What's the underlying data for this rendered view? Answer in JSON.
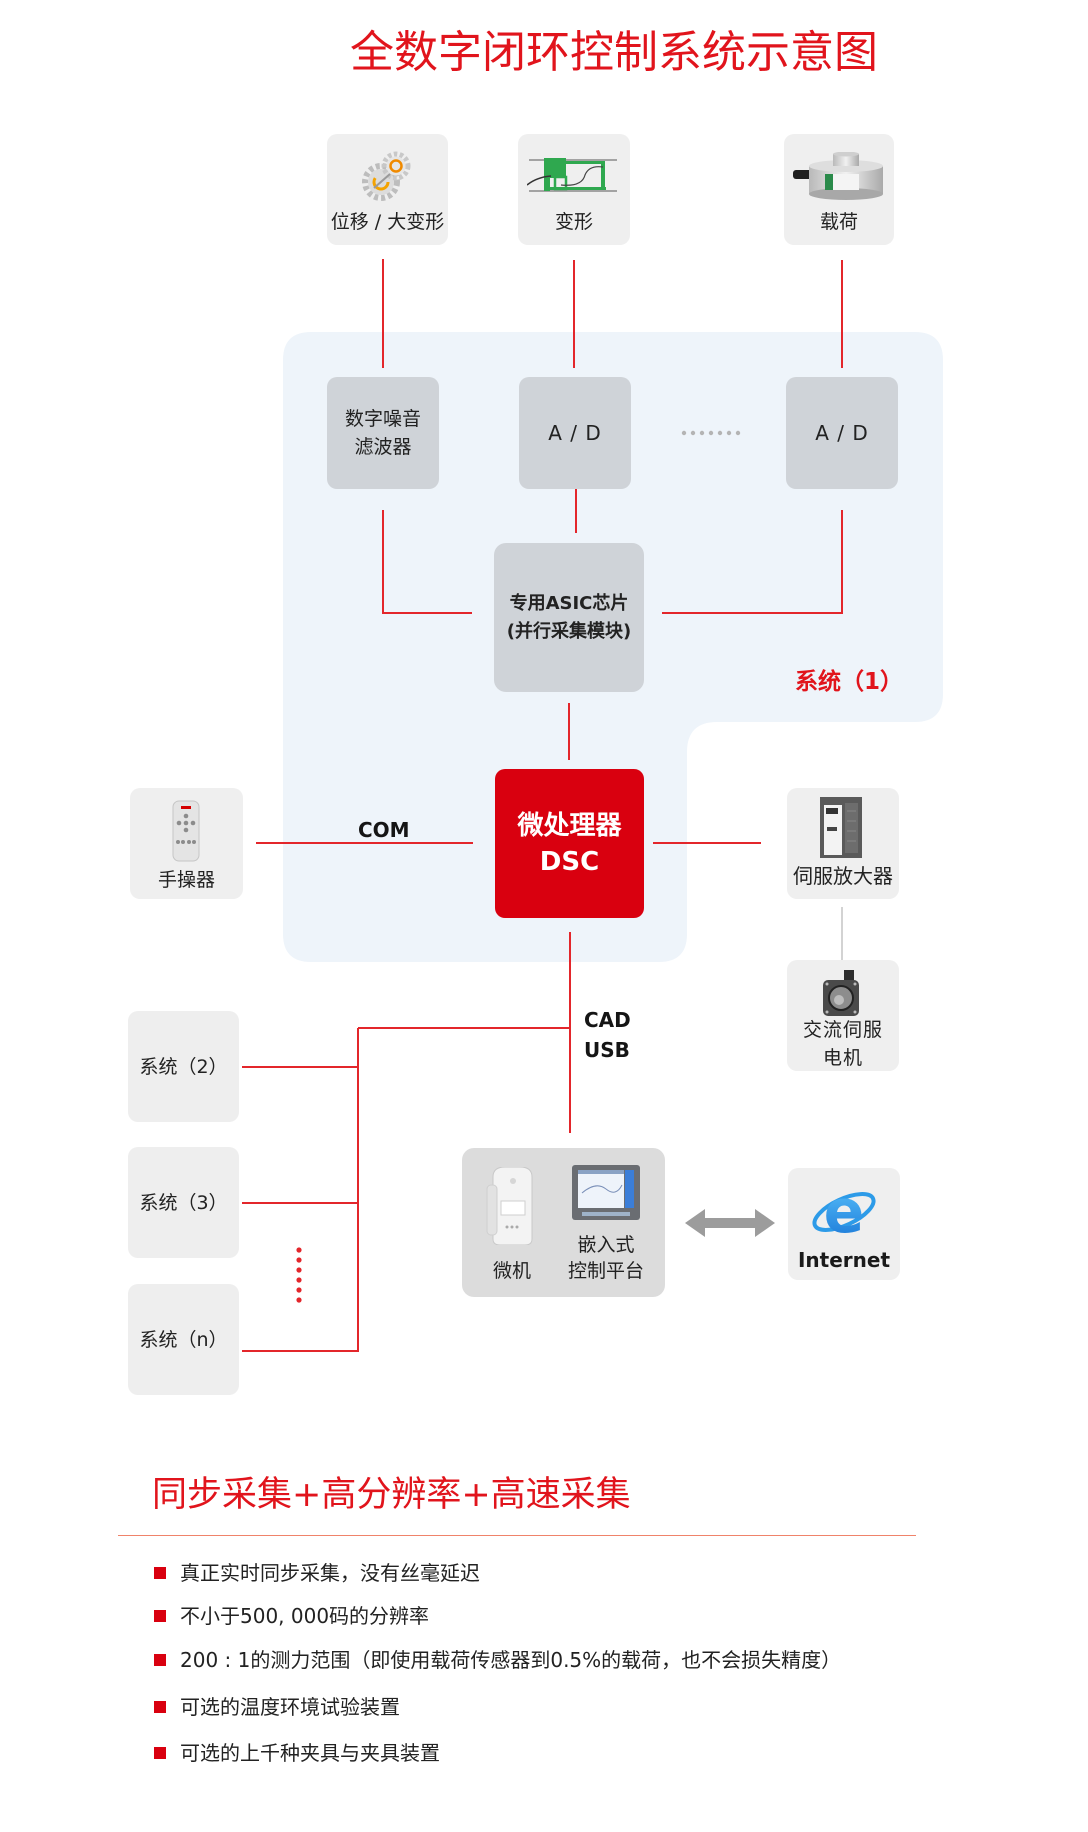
{
  "title": "全数字闭环控制系统示意图",
  "sensors": [
    {
      "label": "位移 / 大变形",
      "icon": "gear-icon"
    },
    {
      "label": "变形",
      "icon": "extensometer-icon"
    },
    {
      "label": "载荷",
      "icon": "load-cell-icon"
    }
  ],
  "system1": {
    "label": "系统（1）",
    "filter": {
      "lines": [
        "数字噪音",
        "滤波器"
      ]
    },
    "ad_converters": [
      "A / D",
      "A / D"
    ],
    "asic": {
      "lines": [
        "专用ASIC芯片",
        "(并行采集模块)"
      ]
    },
    "processor": {
      "lines": [
        "微处理器",
        "DSC"
      ]
    }
  },
  "com_label": "COM",
  "handset": {
    "label": "手操器",
    "icon": "remote-control-icon"
  },
  "servo_amplifier": {
    "label": "伺服放大器",
    "icon": "servo-amplifier-icon"
  },
  "servo_motor": {
    "lines": [
      "交流伺服",
      "电机"
    ],
    "icon": "servo-motor-icon"
  },
  "bus_labels": [
    "CAD",
    "USB"
  ],
  "other_systems": [
    "系统（2）",
    "系统（3）",
    "系统（n）"
  ],
  "control_platform": {
    "pc_label": "微机",
    "embedded_lines": [
      "嵌入式",
      "控制平台"
    ]
  },
  "internet": {
    "label": "Internet",
    "icon": "internet-explorer-icon"
  },
  "features": {
    "heading": "同步采集+高分辨率+高速采集",
    "items": [
      "真正实时同步采集，没有丝毫延迟",
      "不小于500, 000码的分辨率",
      "200 : 1的测力范围（即使用载荷传感器到0.5%的载荷，也不会损失精度）",
      "可选的温度环境试验装置",
      "可选的上千种夹具与夹具装置"
    ]
  },
  "colors": {
    "title": "#e1141c",
    "processor": "#d9000f",
    "connector": "#e3262b",
    "system_region": "#eef4fa",
    "module_box": "#cfd3d8",
    "device_box": "#efefef"
  }
}
